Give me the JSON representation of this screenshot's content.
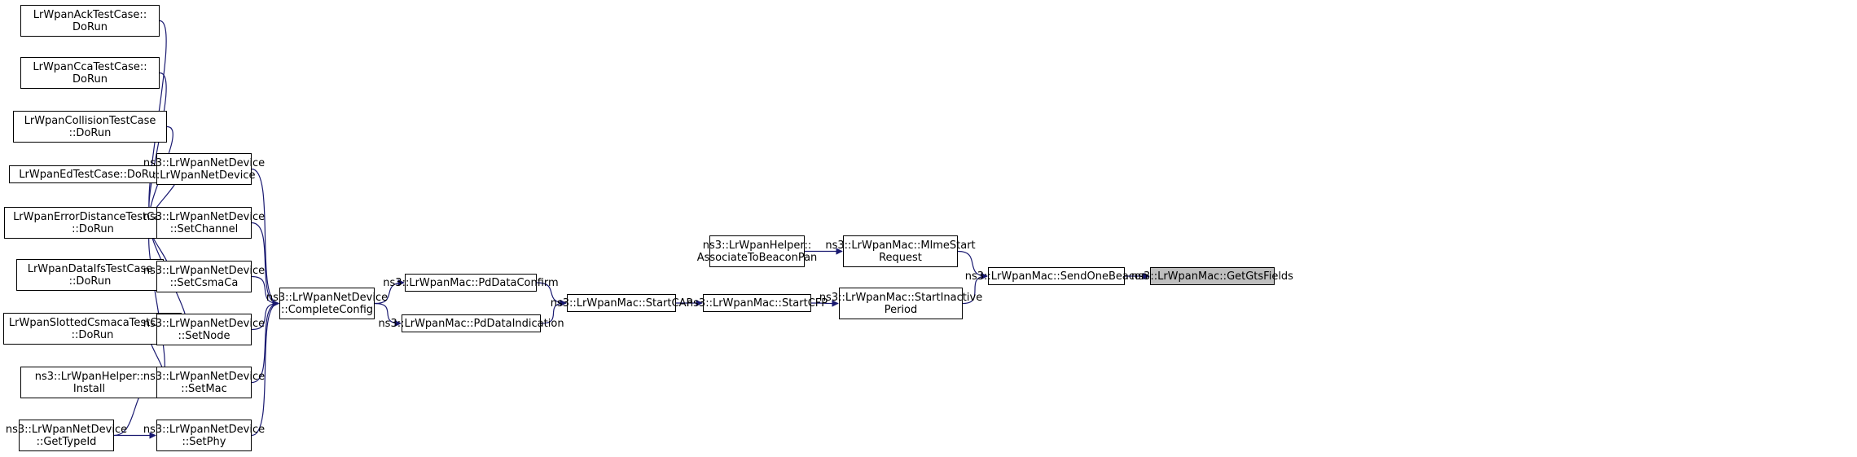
{
  "colors": {
    "edge": "#191970",
    "node_border": "#000000",
    "node_bg": "#ffffff",
    "highlight_bg": "#bfbfbf"
  },
  "nodes": {
    "ack": {
      "line1": "LrWpanAckTestCase::",
      "line2": "DoRun"
    },
    "cca": {
      "line1": "LrWpanCcaTestCase::",
      "line2": "DoRun"
    },
    "collision": {
      "line1": "LrWpanCollisionTestCase",
      "line2": "::DoRun"
    },
    "ed": {
      "line1": "LrWpanEdTestCase::DoRun",
      "line2": ""
    },
    "errdist": {
      "line1": "LrWpanErrorDistanceTestCase",
      "line2": "::DoRun"
    },
    "dataifs": {
      "line1": "LrWpanDataIfsTestCase",
      "line2": "::DoRun"
    },
    "slotted": {
      "line1": "LrWpanSlottedCsmacaTestCase",
      "line2": "::DoRun"
    },
    "helperinst": {
      "line1": "ns3::LrWpanHelper::",
      "line2": "Install"
    },
    "gettypeid": {
      "line1": "ns3::LrWpanNetDevice",
      "line2": "::GetTypeId"
    },
    "ctor": {
      "line1": "ns3::LrWpanNetDevice",
      "line2": "::LrWpanNetDevice"
    },
    "setchannel": {
      "line1": "ns3::LrWpanNetDevice",
      "line2": "::SetChannel"
    },
    "setcsmaca": {
      "line1": "ns3::LrWpanNetDevice",
      "line2": "::SetCsmaCa"
    },
    "setnode": {
      "line1": "ns3::LrWpanNetDevice",
      "line2": "::SetNode"
    },
    "setmac": {
      "line1": "ns3::LrWpanNetDevice",
      "line2": "::SetMac"
    },
    "setphy": {
      "line1": "ns3::LrWpanNetDevice",
      "line2": "::SetPhy"
    },
    "complete": {
      "line1": "ns3::LrWpanNetDevice",
      "line2": "::CompleteConfig"
    },
    "pdconfirm": {
      "line1": "ns3::LrWpanMac::PdDataConfirm",
      "line2": ""
    },
    "pdind": {
      "line1": "ns3::LrWpanMac::PdDataIndication",
      "line2": ""
    },
    "startcap": {
      "line1": "ns3::LrWpanMac::StartCAP",
      "line2": ""
    },
    "startcfp": {
      "line1": "ns3::LrWpanMac::StartCFP",
      "line2": ""
    },
    "assoc": {
      "line1": "ns3::LrWpanHelper::",
      "line2": "AssociateToBeaconPan"
    },
    "mlme": {
      "line1": "ns3::LrWpanMac::MlmeStart",
      "line2": "Request"
    },
    "inactive": {
      "line1": "ns3::LrWpanMac::StartInactive",
      "line2": "Period"
    },
    "beacon": {
      "line1": "ns3::LrWpanMac::SendOneBeacon",
      "line2": ""
    },
    "gts": {
      "line1": "ns3::LrWpanMac::GetGtsFields",
      "line2": ""
    }
  },
  "edges": [
    [
      "ack",
      "setchannel"
    ],
    [
      "cca",
      "setchannel"
    ],
    [
      "collision",
      "setchannel"
    ],
    [
      "ed",
      "setchannel"
    ],
    [
      "errdist",
      "setchannel"
    ],
    [
      "dataifs",
      "setchannel"
    ],
    [
      "slotted",
      "setchannel"
    ],
    [
      "helperinst",
      "setchannel"
    ],
    [
      "helperinst",
      "setnode"
    ],
    [
      "gettypeid",
      "setmac"
    ],
    [
      "gettypeid",
      "setphy"
    ],
    [
      "ctor",
      "complete"
    ],
    [
      "setchannel",
      "complete"
    ],
    [
      "setcsmaca",
      "complete"
    ],
    [
      "setnode",
      "complete"
    ],
    [
      "setmac",
      "complete"
    ],
    [
      "setphy",
      "complete"
    ],
    [
      "complete",
      "pdconfirm"
    ],
    [
      "complete",
      "pdind"
    ],
    [
      "pdconfirm",
      "startcap"
    ],
    [
      "pdind",
      "startcap"
    ],
    [
      "startcap",
      "startcfp"
    ],
    [
      "startcfp",
      "inactive"
    ],
    [
      "assoc",
      "mlme"
    ],
    [
      "mlme",
      "beacon"
    ],
    [
      "inactive",
      "beacon"
    ],
    [
      "beacon",
      "gts"
    ]
  ]
}
